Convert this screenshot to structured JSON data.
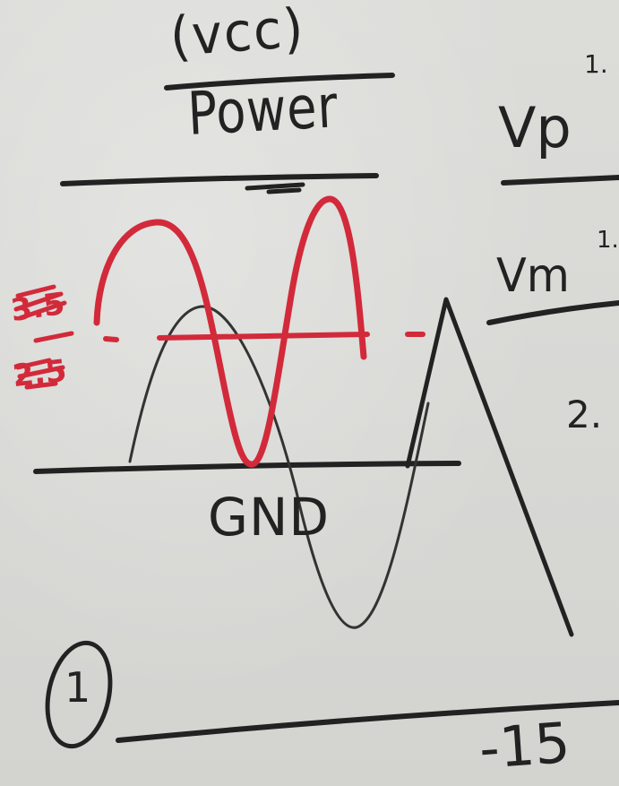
{
  "labels": {
    "vcc": "(vcc)",
    "power": "Power",
    "gnd": "GND",
    "vp": "Vp",
    "vm": "Vm",
    "vp_superscript": "1.",
    "vm_superscript": "1.",
    "right_mid": "2.",
    "neg_fifteen": "-15",
    "red_top": "3.5",
    "red_bottom": "2.5",
    "circled_number": "1"
  },
  "colors": {
    "paper": "#d9d9d6",
    "ink_black": "#222222",
    "ink_red": "#d22a3a"
  }
}
